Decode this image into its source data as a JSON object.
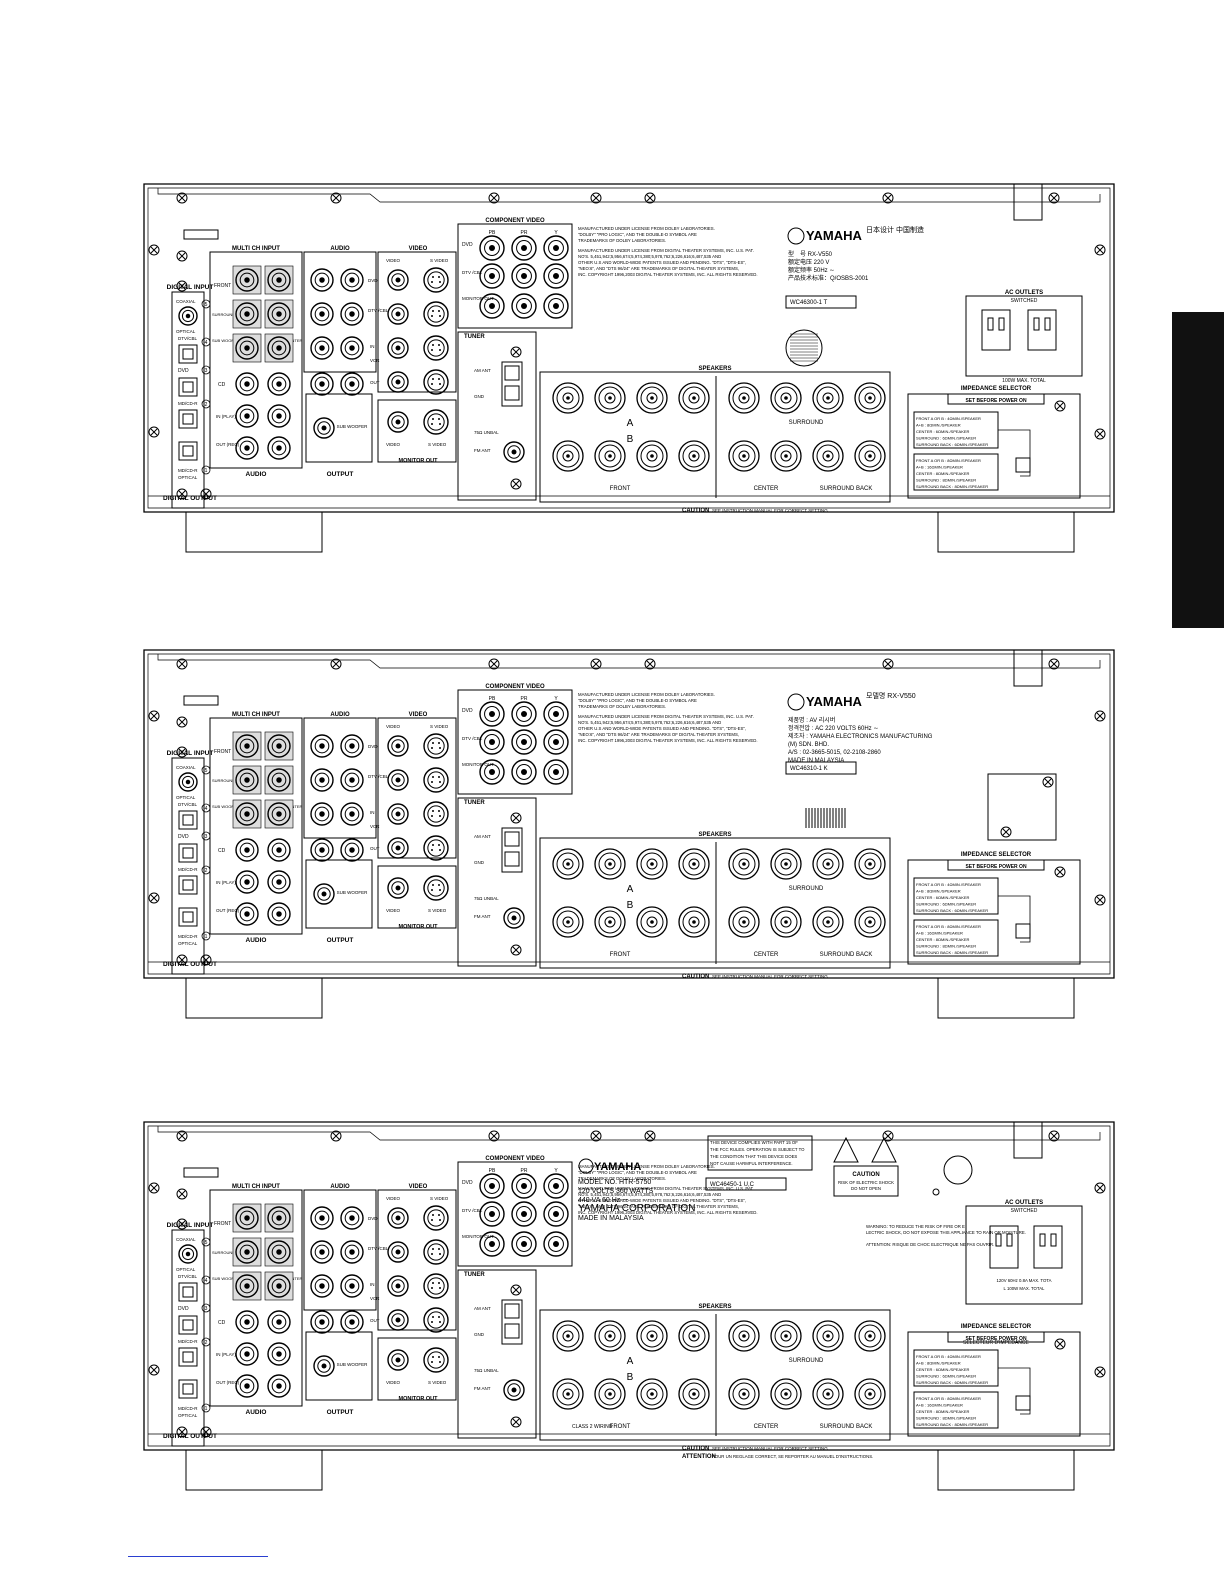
{
  "labels": {
    "multi_ch_input": "MULTI CH INPUT",
    "audio": "AUDIO",
    "video": "VIDEO",
    "s_video": "S VIDEO",
    "component_video": "COMPONENT VIDEO",
    "pb": "PB",
    "pr": "PR",
    "y": "Y",
    "dvd": "DVD",
    "dtv_cbl": "DTV /CBL",
    "monitor_out": "MONITOR OUT",
    "tuner": "TUNER",
    "am_ant": "AM ANT",
    "gnd": "GND",
    "unbal": "75Ω UNBAL",
    "fm_ant": "FM ANT",
    "speakers": "SPEAKERS",
    "front": "FRONT",
    "center": "CENTER",
    "surround": "SURROUND",
    "surround_back": "SURROUND BACK",
    "caution": "CAUTION",
    "caution_note": "SEE INSTRUCTION MANUAL FOR CORRECT SETTING.",
    "impedance_selector": "IMPEDANCE SELECTOR",
    "set_before_power": "SET BEFORE POWER ON",
    "ac_outlets": "AC OUTLETS",
    "switched": "SWITCHED",
    "digital_input": "DIGITAL INPUT",
    "digital_output": "DIGITAL OUTPUT",
    "coaxial": "COAXIAL",
    "optical": "OPTICAL",
    "md_cdr": "MD/CD-R",
    "cd": "CD",
    "in_play": "IN (PLAY)",
    "out_rec": "OUT (REC)",
    "md_cdr2": "MD /CD-R",
    "sub_woofer": "SUB WOOFER",
    "output": "OUTPUT",
    "in": "IN",
    "vcr": "VCR",
    "out": "OUT",
    "surround_l": "SURROUND",
    "dtv_cbl_opt": "DTV/CBL",
    "class2": "CLASS 2 WIRING",
    "attention": "ATTENTION",
    "brand": "YAMAHA"
  },
  "license_text": [
    "MANUFACTURED UNDER LICENSE FROM DOLBY LABORATORIES.",
    "\"DOLBY\" \"PRO LOGIC\", AND THE DOUBLE-D SYMBOL ARE",
    "TRADEMARKS OF DOLBY LABORATORIES.",
    "MANUFACTURED UNDER LICENSE FROM DIGITAL THEATER SYSTEMS, INC. U.S. PAT.",
    "NO'S. 5,451,942;5,956,674;5,974,380;5,978,762;6,226,616;6,487,535 AND",
    "OTHER U.S AND WORLD-WIDE PATENTS ISSUED AND PENDING. \"DTS\", \"DTS-ES\",",
    "\"NEO:6\", AND \"DTS 96/24\" ARE TRADEMARKS OF DIGITAL THEATER SYSTEMS,",
    "INC. COPYRIGHT 1996,2003 DIGITAL THEATER SYSTEMS, INC. ALL RIGHTS RESERVED."
  ],
  "impedance_table_a": [
    "FRONT A OR B  : 4ΩMIN./SPEAKER",
    "A+B  : 8ΩMIN./SPEAKER",
    "CENTER  : 6ΩMIN./SPEAKER",
    "SURROUND  : 6ΩMIN./SPEAKER",
    "SURROUND BACK  : 6ΩMIN./SPEAKER"
  ],
  "impedance_table_b": [
    "FRONT A OR B  : 8ΩMIN./SPEAKER",
    "A+B  : 16ΩMIN./SPEAKER",
    "CENTER  : 8ΩMIN./SPEAKER",
    "SURROUND  : 8ΩMIN./SPEAKER",
    "SURROUND BACK  : 8ΩMIN./SPEAKER"
  ],
  "panels": [
    {
      "model_lines": [
        "型　号  RX-V550",
        "额定电压  220 V",
        "额定频率  50Hz ∼",
        "产品技术标准：Q/OSBS-2001"
      ],
      "brand_side": "日本设计 中国制造",
      "serial": "WC46300-1 T",
      "outlet_note": "100W MAX. TOTAL"
    },
    {
      "model_lines": [
        "제품명 : AV 리시버",
        "정격전압 : AC 220 VOLTS  60Hz ∼",
        "제조자 : YAMAHA ELECTRONICS MANUFACTURING",
        "(M) SDN. BHD.",
        "A/S  : 02-3665-5015, 02-2108-2860",
        "MADE IN MALAYSIA"
      ],
      "brand_side": "모델명 RX-V550",
      "serial": "WC46310-1 K",
      "outlet_note": ""
    },
    {
      "model_lines": [
        "MODEL NO.  HTR-5750",
        "120 VOLTS   360 WATTS",
        "440 VA   60 Hz ∼",
        "YAMAHA CORPORATION",
        "MADE IN MALAYSIA"
      ],
      "brand_side": "",
      "serial": "WC46450-1 U,C",
      "fcc": [
        "THIS DEVICE COMPLIES WITH PART 15 OF",
        "THE FCC RULES. OPERATION IS SUBJECT TO",
        "THE CONDITION THAT THIS DEVICE DOES",
        "NOT CAUSE HARMFUL INTERFERENCE."
      ],
      "caution_box": [
        "CAUTION",
        "RISK OF ELECTRIC SHOCK",
        "DO NOT OPEN"
      ],
      "warning": "WARNING: TO REDUCE THE RISK OF FIRE OR ELECTRIC SHOCK, DO NOT EXPOSE THIS APPLIANCE TO RAIN OR MOISTURE.",
      "attention_fr": "ATTENTION: RISQUE DE CHOC ELECTRIQUE NE PAS OUVRIR.",
      "outlet_note": "120V 60Hz  0.8A MAX. TOTAL  100W MAX. TOTAL",
      "impedance_fr": "SELECTEUR D'IMPEDANCE",
      "caution_fr": "POUR UN REGLAGE CORRECT, SE REPORTER AU MANUEL D'INSTRUCTIONS."
    }
  ]
}
